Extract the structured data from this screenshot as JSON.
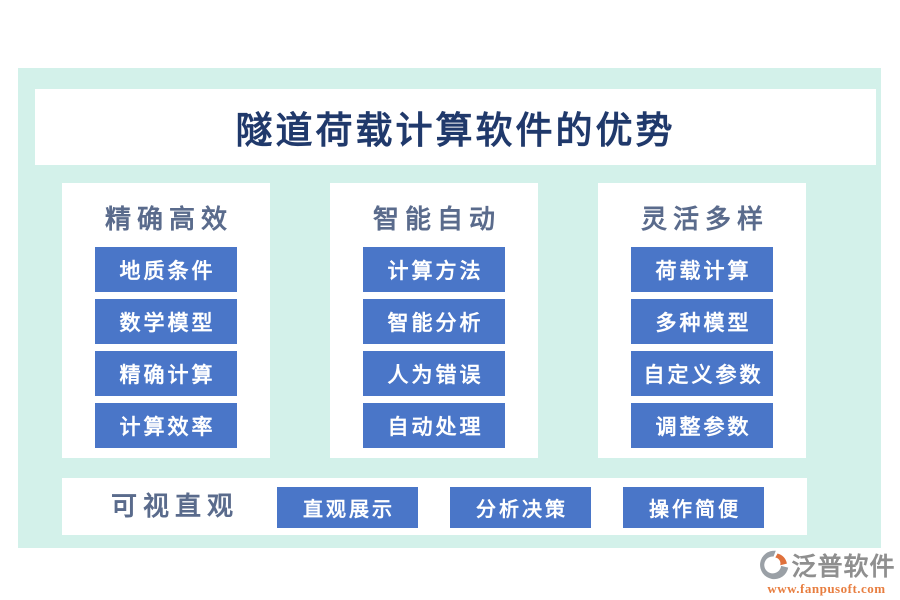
{
  "title": "隧道荷载计算软件的优势",
  "columns": [
    {
      "header": "精确高效",
      "buttons": [
        "地质条件",
        "数学模型",
        "精确计算",
        "计算效率"
      ]
    },
    {
      "header": "智能自动",
      "buttons": [
        "计算方法",
        "智能分析",
        "人为错误",
        "自动处理"
      ]
    },
    {
      "header": "灵活多样",
      "buttons": [
        "荷载计算",
        "多种模型",
        "自定义参数",
        "调整参数"
      ]
    }
  ],
  "bottom_row": {
    "header": "可视直观",
    "buttons": [
      "直观展示",
      "分析决策",
      "操作简便"
    ]
  },
  "footer": {
    "brand": "泛普软件",
    "url": "www.fanpusoft.com"
  },
  "colors": {
    "mint_background": "#d3f1ea",
    "button_blue": "#4a76c8",
    "title_navy": "#20396b",
    "header_slate": "#5a6b8c",
    "brand_gray": "#8f8f8f",
    "brand_orange": "#e87e40"
  }
}
